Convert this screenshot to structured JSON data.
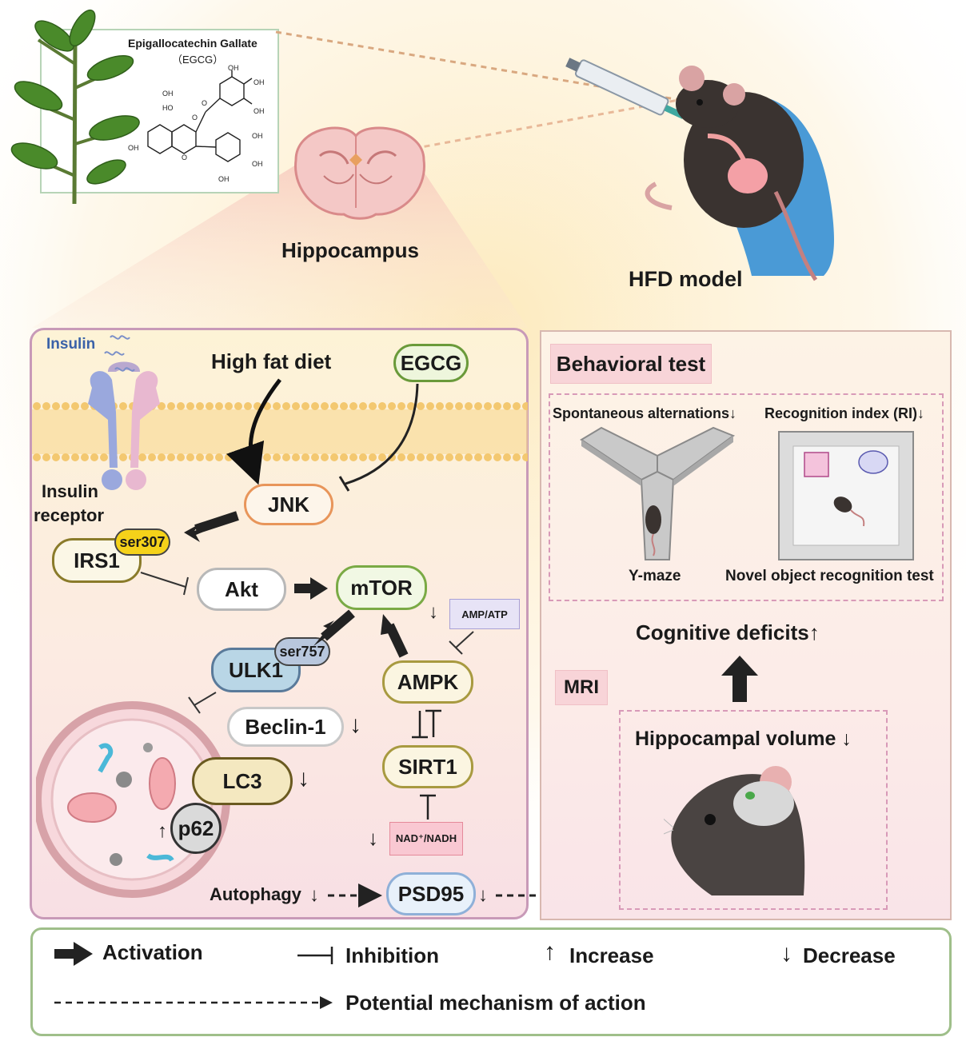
{
  "egcg_box": {
    "title": "Epigallocatechin Gallate",
    "abbrev": "（EGCG）",
    "oh_labels": [
      "OH",
      "OH",
      "OH",
      "HO",
      "OH",
      "O",
      "O",
      "O",
      "OH",
      "OH",
      "OH",
      "OH"
    ]
  },
  "brain_label": "Hippocampus",
  "model_label": "HFD model",
  "pathway": {
    "insulin": "Insulin",
    "insulin_receptor_1": "Insulin",
    "insulin_receptor_2": "receptor",
    "high_fat_diet": "High fat diet",
    "egcg": "EGCG",
    "jnk": "JNK",
    "irs1": "IRS1",
    "ser307": "ser307",
    "akt": "Akt",
    "mtor": "mTOR",
    "amp_atp": "AMP/ATP",
    "ulk1": "ULK1",
    "ser757": "ser757",
    "ampk": "AMPK",
    "beclin1": "Beclin-1",
    "sirt1": "SIRT1",
    "lc3": "LC3",
    "p62": "p62",
    "nad_nadh": "NAD⁺/NADH",
    "autophagy": "Autophagy",
    "psd95": "PSD95",
    "down_arrow": "↓",
    "up_arrow": "↑"
  },
  "right_panel": {
    "behavioral_test": "Behavioral test",
    "spontaneous": "Spontaneous alternations↓",
    "recognition": "Recognition index (RI)↓",
    "ymaze": "Y-maze",
    "nor_test": "Novel object recognition test",
    "cognitive": "Cognitive deficits↑",
    "mri": "MRI",
    "hippocampal_volume": "Hippocampal volume ↓"
  },
  "legend": {
    "activation": "Activation",
    "inhibition": "Inhibition",
    "increase": "Increase",
    "decrease": "Decrease",
    "potential": "Potential mechanism of action"
  },
  "colors": {
    "jnk_border": "#e8955a",
    "irs1_border": "#8a7b2a",
    "mtor_border": "#7aaa45",
    "egcg_border": "#6a9a3a",
    "ampk_border": "#a89a40",
    "ulk1_fill": "#b9d6e6",
    "ser307_fill": "#f5d21a",
    "ser757_fill": "#b8c7dd",
    "psd95_border": "#8fb0d8",
    "panel_border": "#c89ab8",
    "legend_border": "#9fbf8a"
  }
}
